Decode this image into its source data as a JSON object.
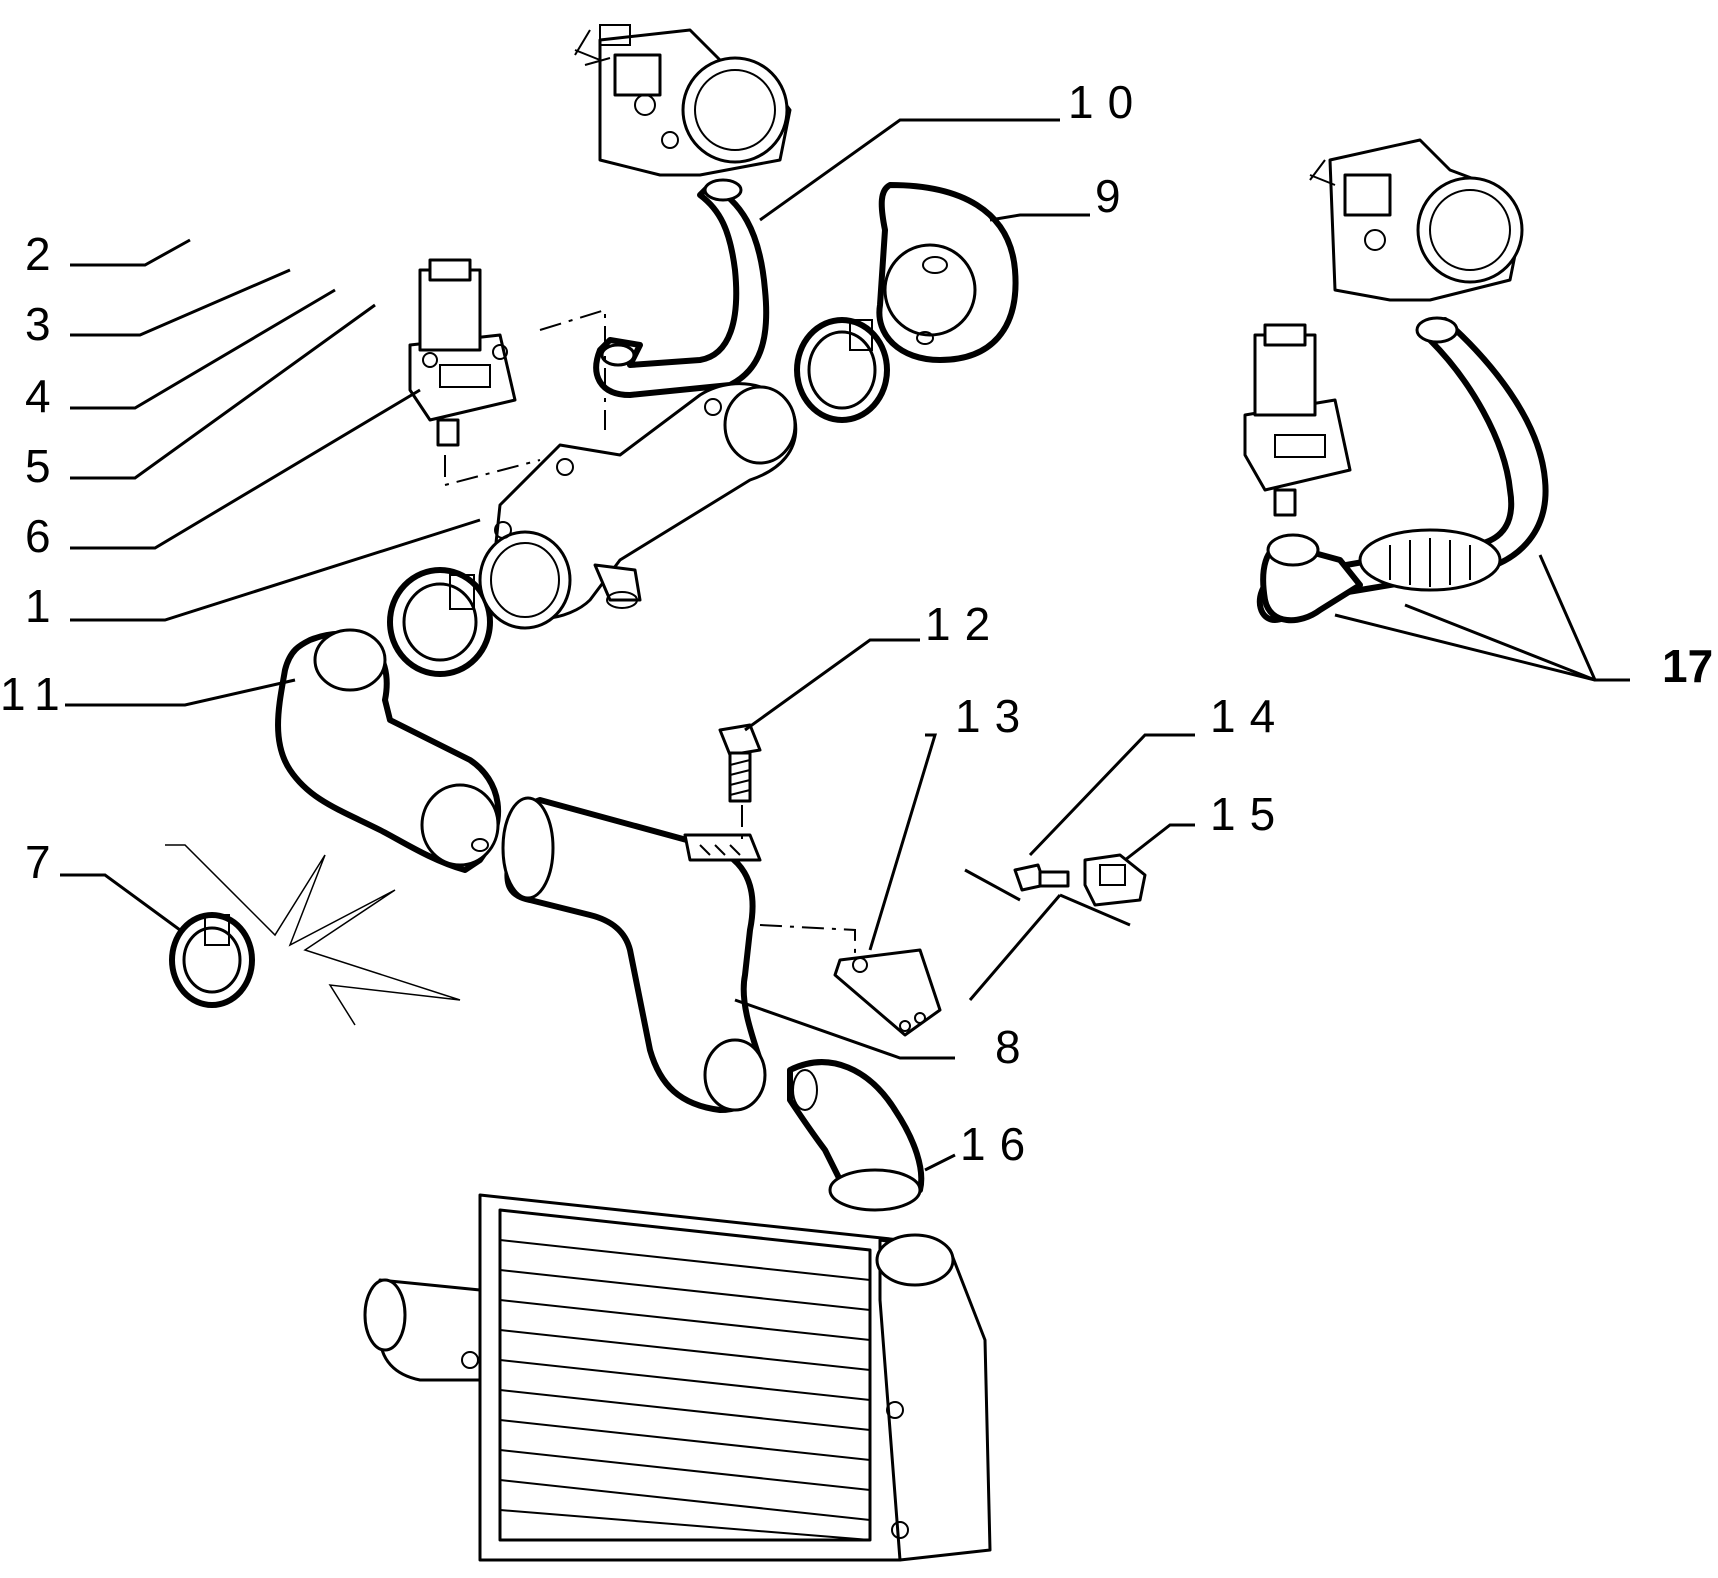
{
  "callouts": {
    "c1": "1",
    "c2": "2",
    "c3": "3",
    "c4": "4",
    "c5": "5",
    "c6": "6",
    "c7": "7",
    "c8": "8",
    "c9": "9",
    "c10": "10",
    "c11": "11",
    "c12": "12",
    "c13": "13",
    "c14": "14",
    "c15": "15",
    "c16": "16",
    "c17": "17"
  },
  "style": {
    "line_color": "#000000",
    "background": "#ffffff"
  }
}
